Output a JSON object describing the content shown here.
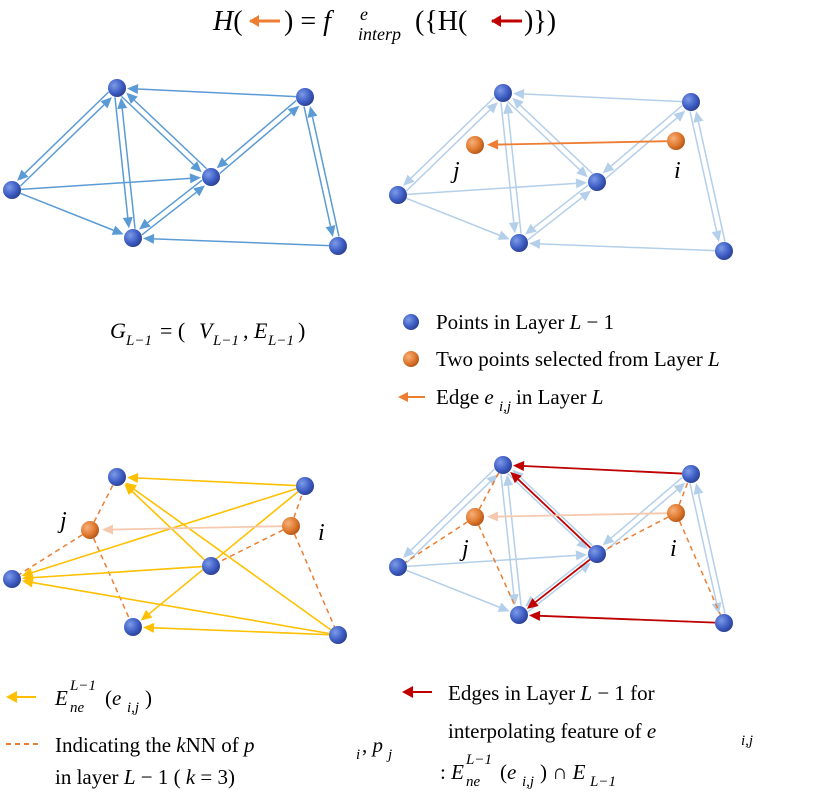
{
  "formula": {
    "H": "H",
    "open": "(",
    "close_eq": ") = ",
    "f": "f",
    "f_sup": "e",
    "f_sub": "interp",
    "args_open": "({H(",
    "args_close": ")})"
  },
  "graph_label": {
    "G": "G",
    "G_sub": "L−1",
    "eq": " = (",
    "V": "V",
    "V_sub": "L−1",
    "comma": ", ",
    "E": "E",
    "E_sub": "L−1",
    "close": ")"
  },
  "node_labels": {
    "i": "i",
    "j": "j"
  },
  "legend_top": {
    "blue_points": {
      "text": "Points in Layer ",
      "var": "L",
      "tail": " − 1"
    },
    "orange_points": {
      "text": "Two points selected from Layer ",
      "var": "L"
    },
    "orange_edge": {
      "text": "Edge ",
      "e": "e",
      "e_sub": "i,j",
      "mid": " in Layer ",
      "var": "L"
    }
  },
  "legend_bottom_left": {
    "yellow": {
      "E": "E",
      "E_sub": "ne",
      "E_sup": "L−1",
      "arg": "(",
      "e": "e",
      "e_sub": "i,j",
      "argc": ")"
    },
    "dashed_line1": {
      "text": "Indicating the ",
      "k": "k",
      "nn": "NN of ",
      "p1": "p",
      "p1_sub": "i",
      "comma": ", ",
      "p2": "p",
      "p2_sub": "j"
    },
    "dashed_line2": {
      "text": "in layer ",
      "var": "L",
      "tail": " − 1 ( ",
      "k": "k",
      "keq": " = 3)"
    }
  },
  "legend_bottom_right": {
    "line1": "Edges in Layer ",
    "line1_var": "L",
    "line1_tail": " − 1 for",
    "line2": "interpolating feature of  ",
    "line2_e": "e",
    "line2_e_sub": "i,j",
    "line3_prefix": ": ",
    "line3_E": "E",
    "line3_E_sub": "ne",
    "line3_E_sup": "L−1",
    "line3_arg": "(",
    "line3_e": "e",
    "line3_e_sub": "i,j",
    "line3_argc": ") ∩ ",
    "line3_E2": "E",
    "line3_E2_sub": "L−1"
  },
  "colors": {
    "blue_node": "#3f5fc6",
    "orange_node": "#e07a30",
    "blue_edge": "#5b9bd5",
    "light_blue_edge": "#b4cfe9",
    "orange_edge": "#ed7d31",
    "faded_orange_edge": "#f6c9ae",
    "yellow_edge": "#ffc000",
    "red_edge": "#c00000",
    "dashed": "#ed7d31"
  }
}
